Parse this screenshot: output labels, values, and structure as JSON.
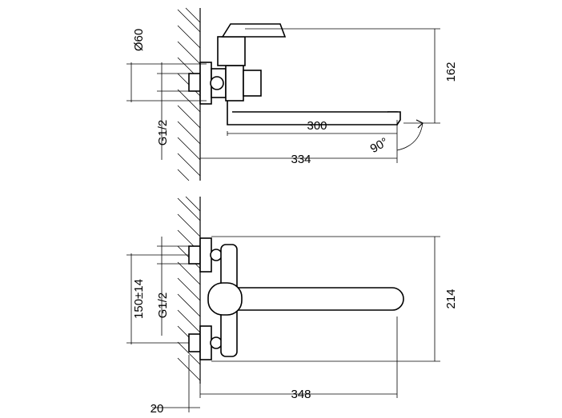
{
  "diagram": {
    "top_view": {
      "dimensions": {
        "pipe_diameter": "Ø60",
        "thread": "G1/2",
        "height": "162",
        "spout_length": "300",
        "total_depth": "334",
        "swivel_angle": "90°"
      }
    },
    "front_view": {
      "dimensions": {
        "inlet_spacing": "150±14",
        "thread": "G1/2",
        "height": "214",
        "spout_length": "348",
        "wall_offset": "20"
      }
    }
  }
}
